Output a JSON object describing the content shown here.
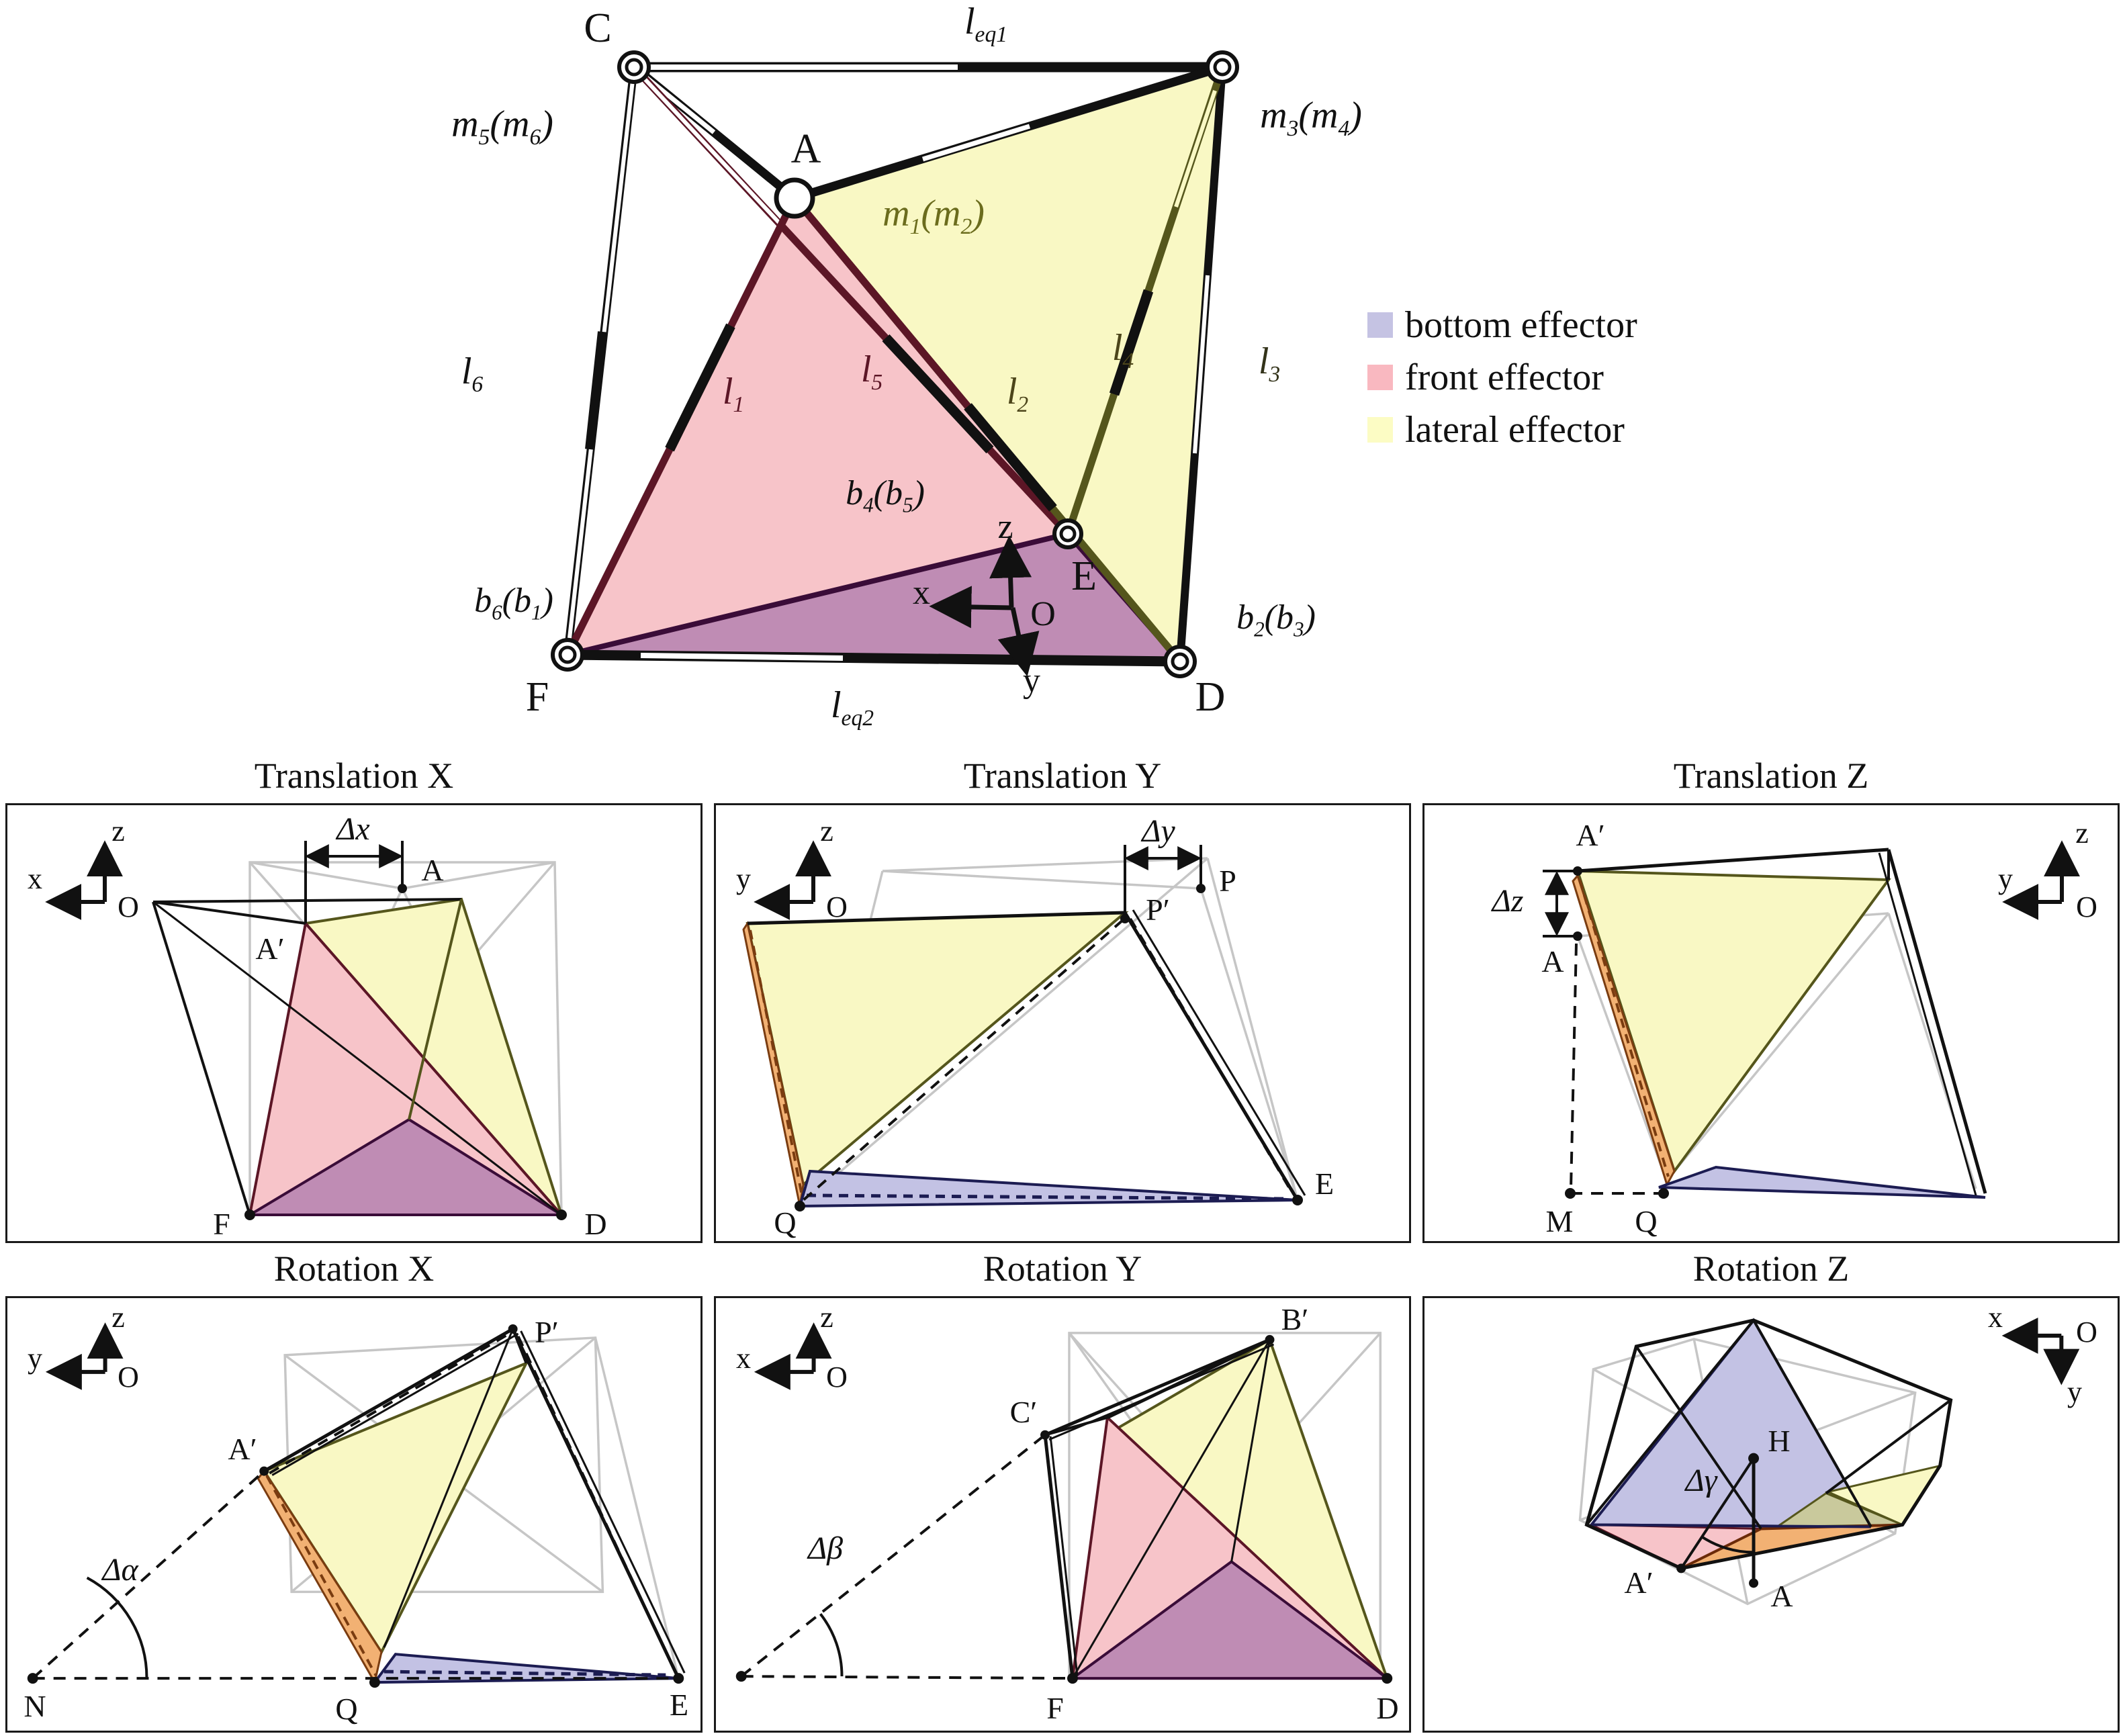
{
  "figure": {
    "colors": {
      "lateral_face": "#f9f8c4",
      "front_face": "#f7c4c9",
      "bottom_face_main": "#bf8cb4",
      "bottom_face_panel": "#c3c2e4",
      "orange_face": "#f2b173",
      "olive_overlap": "#c9c99c"
    },
    "legend": {
      "items": [
        {
          "label": "bottom effector",
          "color": "#c5c3e3"
        },
        {
          "label": "front effector",
          "color": "#f9b8c0"
        },
        {
          "label": "lateral effector",
          "color": "#fcfcc4"
        }
      ]
    },
    "main": {
      "labels": {
        "C": "C",
        "A": "A",
        "E": "E",
        "F": "F",
        "D": "D",
        "x": "x",
        "y": "y",
        "z": "z",
        "O": "O",
        "leq1": [
          {
            "t": "l"
          },
          {
            "t": "eq1",
            "sub": true
          }
        ],
        "leq2": [
          {
            "t": "l"
          },
          {
            "t": "eq2",
            "sub": true
          }
        ],
        "m5m6": [
          {
            "t": "m"
          },
          {
            "t": "5",
            "sub": true
          },
          {
            "t": "("
          },
          {
            "t": "m"
          },
          {
            "t": "6",
            "sub": true
          },
          {
            "t": ")"
          }
        ],
        "m3m4": [
          {
            "t": "m"
          },
          {
            "t": "3",
            "sub": true
          },
          {
            "t": "("
          },
          {
            "t": "m"
          },
          {
            "t": "4",
            "sub": true
          },
          {
            "t": ")"
          }
        ],
        "m1m2": [
          {
            "t": "m"
          },
          {
            "t": "1",
            "sub": true
          },
          {
            "t": "("
          },
          {
            "t": "m"
          },
          {
            "t": "2",
            "sub": true
          },
          {
            "t": ")"
          }
        ],
        "b6b1": [
          {
            "t": "b"
          },
          {
            "t": "6",
            "sub": true
          },
          {
            "t": "("
          },
          {
            "t": "b"
          },
          {
            "t": "1",
            "sub": true
          },
          {
            "t": ")"
          }
        ],
        "b4b5": [
          {
            "t": "b"
          },
          {
            "t": "4",
            "sub": true
          },
          {
            "t": "("
          },
          {
            "t": "b"
          },
          {
            "t": "5",
            "sub": true
          },
          {
            "t": ")"
          }
        ],
        "b2b3": [
          {
            "t": "b"
          },
          {
            "t": "2",
            "sub": true
          },
          {
            "t": "("
          },
          {
            "t": "b"
          },
          {
            "t": "3",
            "sub": true
          },
          {
            "t": ")"
          }
        ],
        "l1": [
          {
            "t": "l"
          },
          {
            "t": "1",
            "sub": true
          }
        ],
        "l2": [
          {
            "t": "l"
          },
          {
            "t": "2",
            "sub": true
          }
        ],
        "l3": [
          {
            "t": "l"
          },
          {
            "t": "3",
            "sub": true
          }
        ],
        "l4": [
          {
            "t": "l"
          },
          {
            "t": "4",
            "sub": true
          }
        ],
        "l5": [
          {
            "t": "l"
          },
          {
            "t": "5",
            "sub": true
          }
        ],
        "l6": [
          {
            "t": "l"
          },
          {
            "t": "6",
            "sub": true
          }
        ]
      }
    },
    "panels": {
      "tx": {
        "title": "Translation X",
        "labels": {
          "z": "z",
          "x": "x",
          "O": "O",
          "delta": "Δx",
          "A": "A",
          "Aprime": "A′",
          "F": "F",
          "D": "D"
        }
      },
      "ty": {
        "title": "Translation Y",
        "labels": {
          "z": "z",
          "y": "y",
          "O": "O",
          "delta": "Δy",
          "P": "P",
          "Pprime": "P′",
          "Q": "Q",
          "E": "E"
        }
      },
      "tz": {
        "title": "Translation Z",
        "labels": {
          "z": "z",
          "y": "y",
          "O": "O",
          "delta": "Δz",
          "Aprime": "A′",
          "A": "A",
          "M": "M",
          "Q": "Q"
        }
      },
      "rx": {
        "title": "Rotation X",
        "labels": {
          "z": "z",
          "y": "y",
          "O": "O",
          "Pprime": "P′",
          "Aprime": "A′",
          "delta": "Δα",
          "N": "N",
          "Q": "Q",
          "E": "E"
        }
      },
      "ry": {
        "title": "Rotation Y",
        "labels": {
          "z": "z",
          "x": "x",
          "O": "O",
          "Bprime": "B′",
          "Cprime": "C′",
          "delta": "Δβ",
          "F": "F",
          "D": "D"
        }
      },
      "rz": {
        "title": "Rotation Z",
        "labels": {
          "x": "x",
          "y": "y",
          "O": "O",
          "H": "H",
          "delta": "Δγ",
          "Aprime": "A′",
          "A": "A"
        }
      }
    }
  }
}
